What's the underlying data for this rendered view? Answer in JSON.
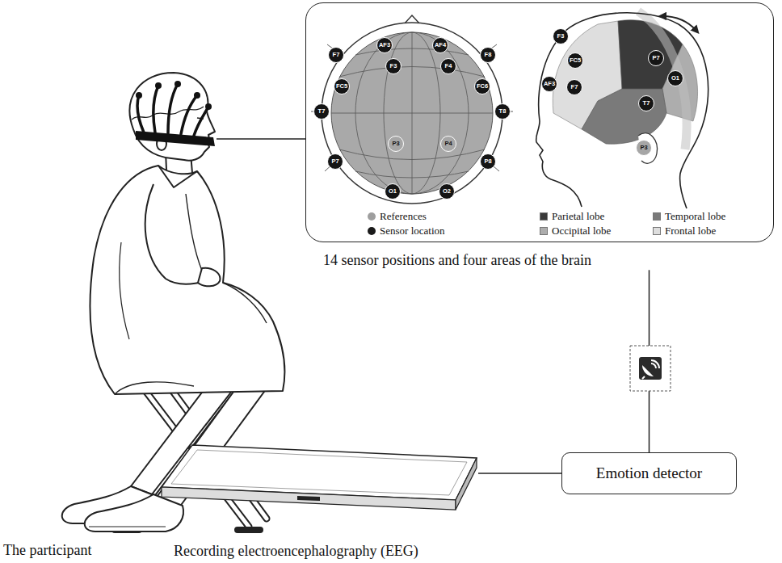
{
  "diagram": {
    "nodes": [
      {
        "text": [
          "14 sensor positions and four areas of the brain"
        ]
      },
      {
        "text": [
          "AF3"
        ],
        "in": 0
      },
      {
        "text": [
          "AF4"
        ],
        "in": 0
      },
      {
        "text": [
          "F7"
        ],
        "in": 0
      },
      {
        "text": [
          "F3"
        ],
        "in": 0
      },
      {
        "text": [
          "F4"
        ],
        "in": 0
      },
      {
        "text": [
          "F8"
        ],
        "in": 0
      },
      {
        "text": [
          "FC5"
        ],
        "in": 0
      },
      {
        "text": [
          "FC6"
        ],
        "in": 0
      },
      {
        "text": [
          "T7"
        ],
        "in": 0
      },
      {
        "text": [
          "T8"
        ],
        "in": 0
      },
      {
        "text": [
          "P7"
        ],
        "in": 0
      },
      {
        "text": [
          "P3"
        ],
        "in": 0
      },
      {
        "text": [
          "P4"
        ],
        "in": 0
      },
      {
        "text": [
          "P8"
        ],
        "in": 0
      },
      {
        "text": [
          "O1"
        ],
        "in": 0
      },
      {
        "text": [
          "O2"
        ],
        "in": 0
      },
      {
        "text": [
          "F3"
        ],
        "in": 0
      },
      {
        "text": [
          "FC5"
        ],
        "in": 0
      },
      {
        "text": [
          "AF3"
        ],
        "in": 0
      },
      {
        "text": [
          "F7"
        ],
        "in": 0
      },
      {
        "text": [
          "P7"
        ],
        "in": 0
      },
      {
        "text": [
          "O1"
        ],
        "in": 0
      },
      {
        "text": [
          "T7"
        ],
        "in": 0
      },
      {
        "text": [
          "P3"
        ],
        "in": 0
      },
      {
        "text": [
          "Emotion detector"
        ]
      },
      {
        "text": [
          "Recording electroencephalography (EEG)"
        ]
      }
    ],
    "edges": [
      {
        "from": 0,
        "to": 25,
        "arrow": "none"
      },
      {
        "from": 25,
        "to": 26,
        "arrow": "none"
      }
    ],
    "labels": [
      "The participant"
    ],
    "legend": [
      {
        "text": "References",
        "color": "#9e9e9e"
      },
      {
        "text": "Sensor location",
        "color": "#1a1a1a"
      },
      {
        "text": "Parietal lobe",
        "color": "#3a3a3a"
      },
      {
        "text": "Temporal lobe",
        "color": "#7a7a7a"
      },
      {
        "text": "Occipital lobe",
        "color": "#adadad"
      },
      {
        "text": "Frontal lobe",
        "color": "#dedede"
      }
    ]
  }
}
